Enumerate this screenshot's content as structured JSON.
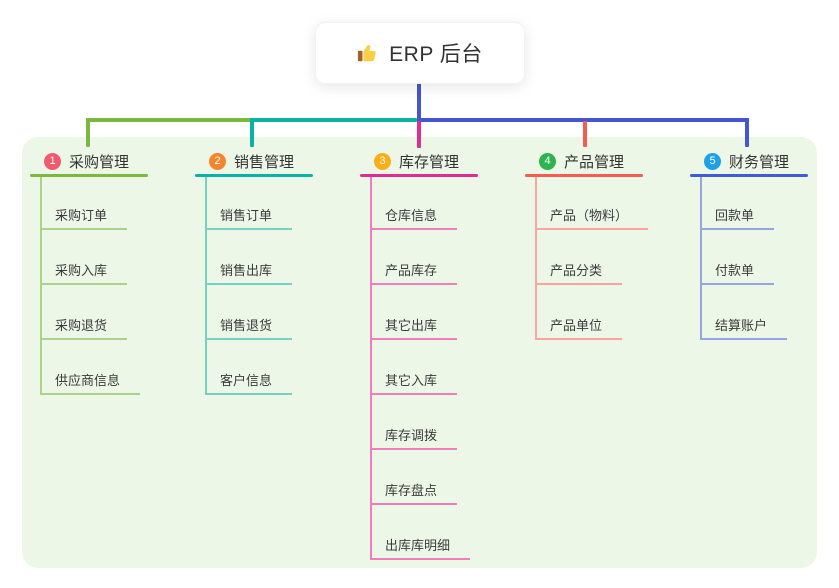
{
  "root": {
    "title": "ERP 后台",
    "icon": "thumbs-up-icon"
  },
  "canvas": {
    "panel_bg": "#edf7e8",
    "background": "#ffffff"
  },
  "connectors": {
    "root_blue": "#4456d1",
    "green": "#7ab83e",
    "teal": "#0ab1a5",
    "magenta": "#e02d92",
    "red": "#f65b51"
  },
  "branches": [
    {
      "index": "1",
      "label": "采购管理",
      "badge_color": "#f25a70",
      "line_color": "#7ab83e",
      "tint_color": "#aad387",
      "children": [
        "采购订单",
        "采购入库",
        "采购退货",
        "供应商信息"
      ]
    },
    {
      "index": "2",
      "label": "销售管理",
      "badge_color": "#f8842e",
      "line_color": "#0ab1a5",
      "tint_color": "#76d0c3",
      "children": [
        "销售订单",
        "销售出库",
        "销售退货",
        "客户信息"
      ]
    },
    {
      "index": "3",
      "label": "库存管理",
      "badge_color": "#fcae17",
      "line_color": "#e02d92",
      "tint_color": "#f07ebc",
      "children": [
        "仓库信息",
        "产品库存",
        "其它出库",
        "其它入库",
        "库存调拨",
        "库存盘点",
        "出库库明细"
      ]
    },
    {
      "index": "4",
      "label": "产品管理",
      "badge_color": "#2eb44e",
      "line_color": "#f65b51",
      "tint_color": "#f9a49d",
      "children": [
        "产品（物料）",
        "产品分类",
        "产品单位"
      ]
    },
    {
      "index": "5",
      "label": "财务管理",
      "badge_color": "#1ea1ea",
      "line_color": "#3f5cd8",
      "tint_color": "#93a6e2",
      "children": [
        "回款单",
        "付款单",
        "结算账户"
      ]
    }
  ]
}
